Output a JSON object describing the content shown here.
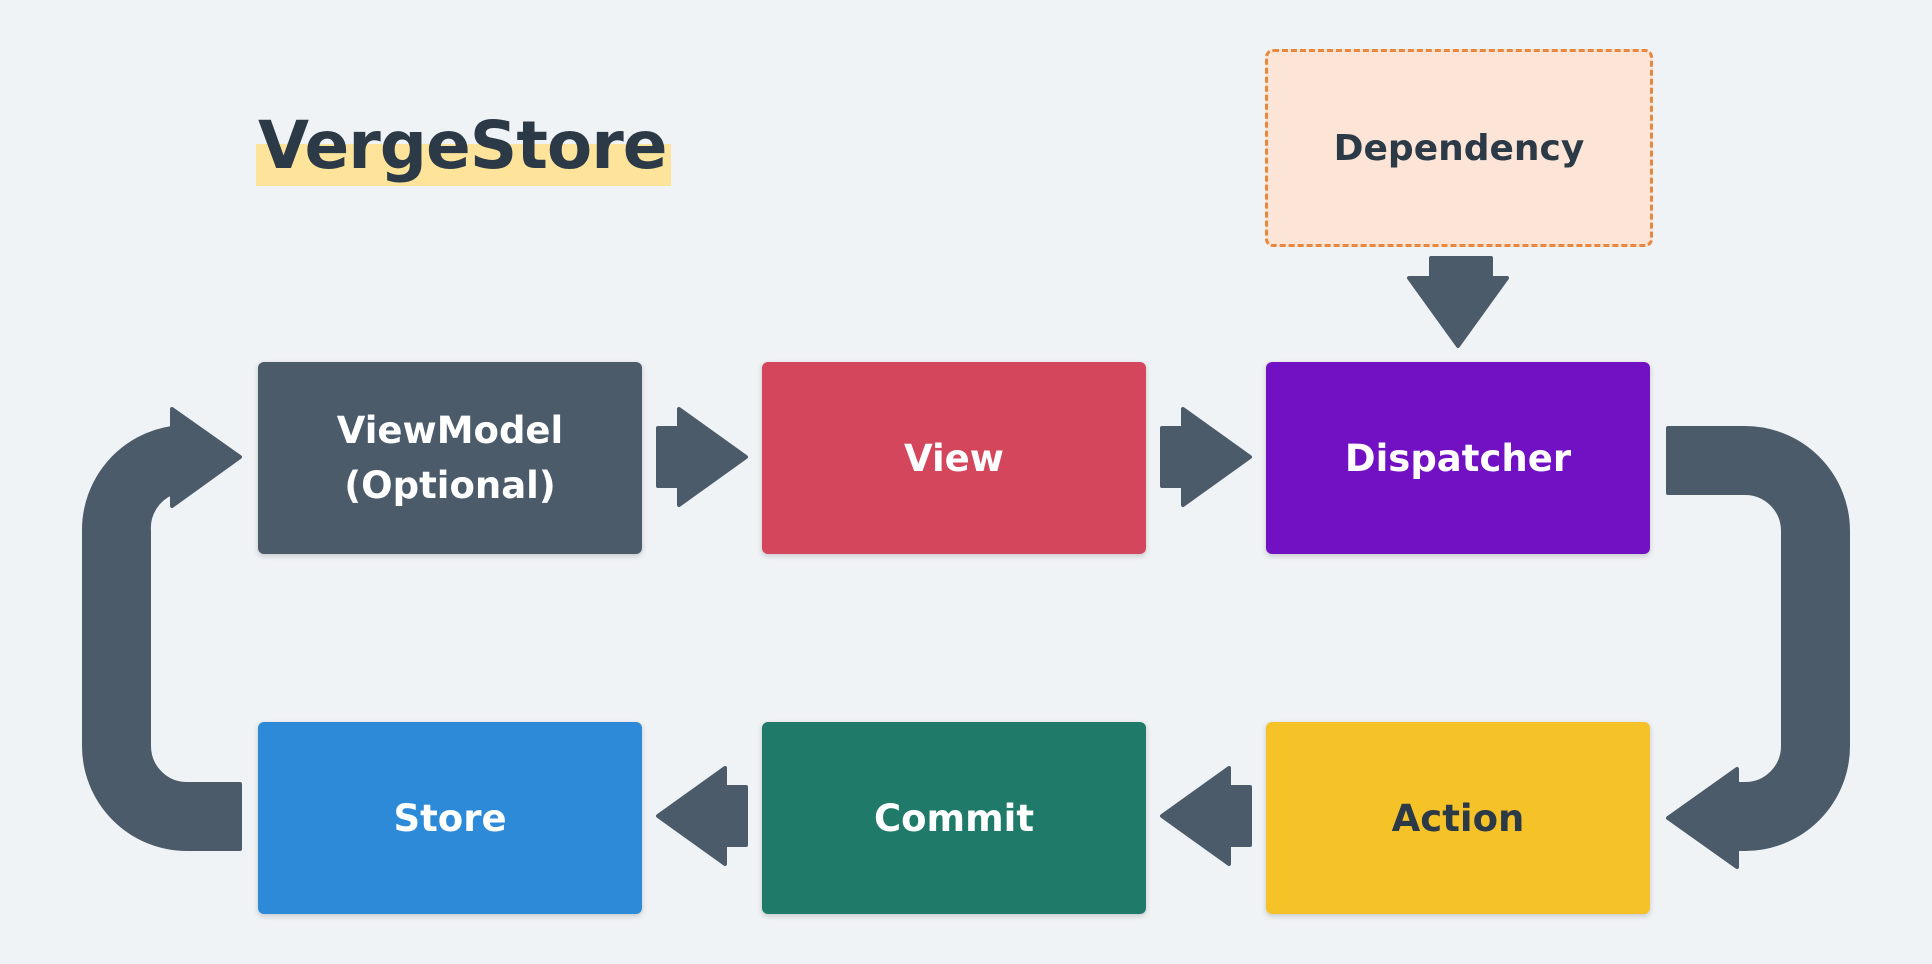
{
  "title": "VergeStore",
  "colors": {
    "viewmodel": "#4b5b6a",
    "view": "#d3465c",
    "dispatcher": "#7210c4",
    "action": "#f5c228",
    "commit": "#207a6a",
    "store": "#2d8ad9",
    "dependency_fill": "#fce5d7",
    "dependency_border": "#e8873e",
    "arrow": "#4b5b6a"
  },
  "nodes": {
    "viewmodel": {
      "line1": "ViewModel",
      "line2": "(Optional)"
    },
    "view": {
      "label": "View"
    },
    "dispatcher": {
      "label": "Dispatcher"
    },
    "dependency": {
      "label": "Dependency"
    },
    "action": {
      "label": "Action"
    },
    "commit": {
      "label": "Commit"
    },
    "store": {
      "label": "Store"
    }
  }
}
